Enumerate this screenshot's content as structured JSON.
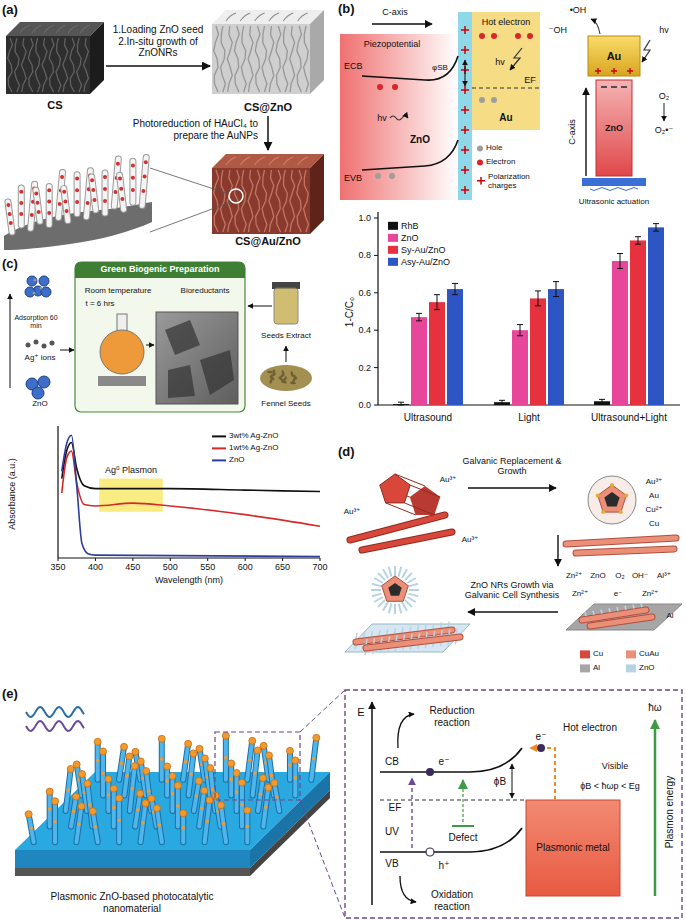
{
  "diagram": {
    "nodes": [
      {
        "text": [
          "CS"
        ]
      },
      {
        "text": [
          "CS@ZnO"
        ]
      },
      {
        "text": [
          "CS@Au/ZnO"
        ]
      },
      {
        "text": [
          "Au"
        ]
      },
      {
        "text": [
          "ZnO"
        ]
      },
      {
        "text": [
          "Green Biogenic Preparation"
        ]
      },
      {
        "text": [
          "Plasmonic metal"
        ]
      }
    ],
    "edges": [
      {
        "from": 0,
        "to": 1,
        "arrow": "to",
        "label": "1.Loading ZnO seed 2.In-situ growth of ZnONRs"
      },
      {
        "from": 1,
        "to": 2,
        "arrow": "to",
        "label": "Photoreduction of HAuCl₄ to prepare the AuNPs"
      }
    ],
    "labels": [
      "(a)",
      "(b)",
      "C-axis",
      "Piezopotential",
      "Hot electron",
      "ECB",
      "φSB",
      "hv",
      "EF",
      "Au",
      "hv",
      "ZnO",
      "EVB",
      "•OH",
      "⁻OH",
      "hv",
      "C-axis",
      "O₂",
      "O₂•⁻",
      "Ultrasonic actuation",
      "1-C/C₀",
      "0.0",
      "0.2",
      "0.4",
      "0.6",
      "0.8",
      "1.0",
      "Ultrasound",
      "Light",
      "Ultrasound+Light",
      "(c)",
      "Room temperature",
      "Bioreductants",
      "t = 6 hrs",
      "Adsorption 60 min",
      "Ag⁺ ions",
      "ZnO",
      "Seeds Extract",
      "Fennel Seeds",
      "Absorbance (a.u.)",
      "350",
      "400",
      "450",
      "500",
      "550",
      "600",
      "650",
      "700",
      "Wavelength (nm)",
      "Ag⁰ Plasmon",
      "(d)",
      "Galvanic Replacement & Growth",
      "Au³⁺",
      "Au³⁺",
      "Au³⁺",
      "Au³⁺",
      "Au",
      "Cu²⁺",
      "Cu",
      "ZnO NRs Growth via Galvanic Cell Synthesis",
      "Zn²⁺",
      "ZnO",
      "O₂",
      "OH⁻",
      "Al³⁺",
      "Zn²⁺",
      "e⁻",
      "Zn²⁺",
      "Al",
      "(e)",
      "Plasmonic ZnO-based photocatalytic nanomaterial",
      "Reduction reaction",
      "E",
      "CB",
      "e⁻",
      "EF",
      "UV",
      "Defect",
      "ϕB",
      "VB",
      "h⁺",
      "Hot electron",
      "e⁻",
      "Visible",
      "ϕB < ħωp < Eg",
      "Oxidation reaction",
      "ħω",
      "Plasmon energy"
    ],
    "legend": [
      {
        "text": "Hole",
        "color": "#9e9e9e"
      },
      {
        "text": "Electron",
        "color": "#d8262b"
      },
      {
        "text": "Polarization charges"
      },
      {
        "text": "RhB",
        "color": "#111111"
      },
      {
        "text": "ZnO",
        "color": "#e8469b"
      },
      {
        "text": "Sy-Au/ZnO",
        "color": "#e6313f"
      },
      {
        "text": "Asy-Au/ZnO",
        "color": "#2e55c4"
      },
      {
        "text": "3wt% Ag-ZnO"
      },
      {
        "text": "1wt% Ag-ZnO"
      },
      {
        "text": "ZnO"
      },
      {
        "text": "Cu",
        "color": "#d8473a"
      },
      {
        "text": "CuAu",
        "color": "#eb8f78"
      },
      {
        "text": "Al",
        "color": "#a6a6a6"
      },
      {
        "text": "ZnO",
        "color": "#b9d3e6"
      }
    ]
  }
}
